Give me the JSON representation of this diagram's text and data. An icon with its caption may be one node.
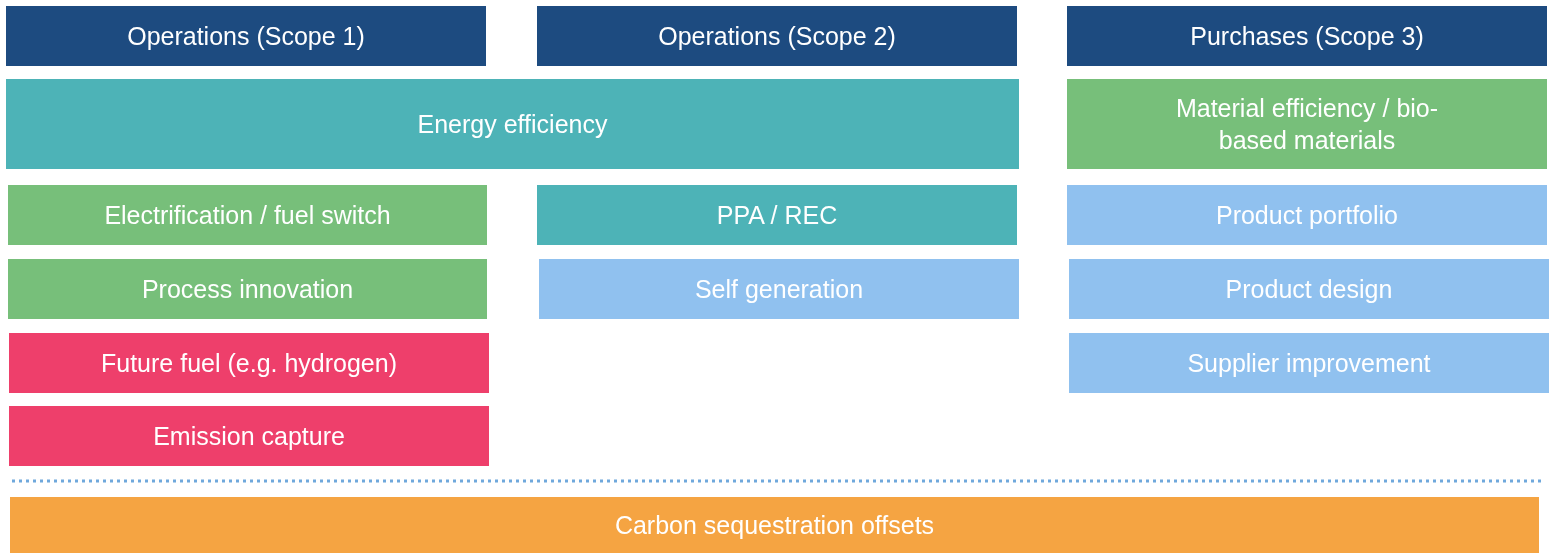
{
  "diagram": {
    "nodes": [
      {
        "text": [
          "Operations (Scope 1)"
        ]
      },
      {
        "text": [
          "Operations (Scope 2)"
        ]
      },
      {
        "text": [
          "Purchases (Scope 3)"
        ]
      },
      {
        "text": [
          "Energy efficiency"
        ]
      },
      {
        "text": [
          "Material efficiency / bio-based materials"
        ]
      },
      {
        "text": [
          "Electrification / fuel switch"
        ]
      },
      {
        "text": [
          "PPA / REC"
        ]
      },
      {
        "text": [
          "Product portfolio"
        ]
      },
      {
        "text": [
          "Process innovation"
        ]
      },
      {
        "text": [
          "Self generation"
        ]
      },
      {
        "text": [
          "Product design"
        ]
      },
      {
        "text": [
          "Future fuel (e.g. hydrogen)"
        ]
      },
      {
        "text": [
          "Supplier improvement"
        ]
      },
      {
        "text": [
          "Emission capture"
        ]
      },
      {
        "text": [
          "Carbon sequestration offsets"
        ]
      }
    ]
  }
}
